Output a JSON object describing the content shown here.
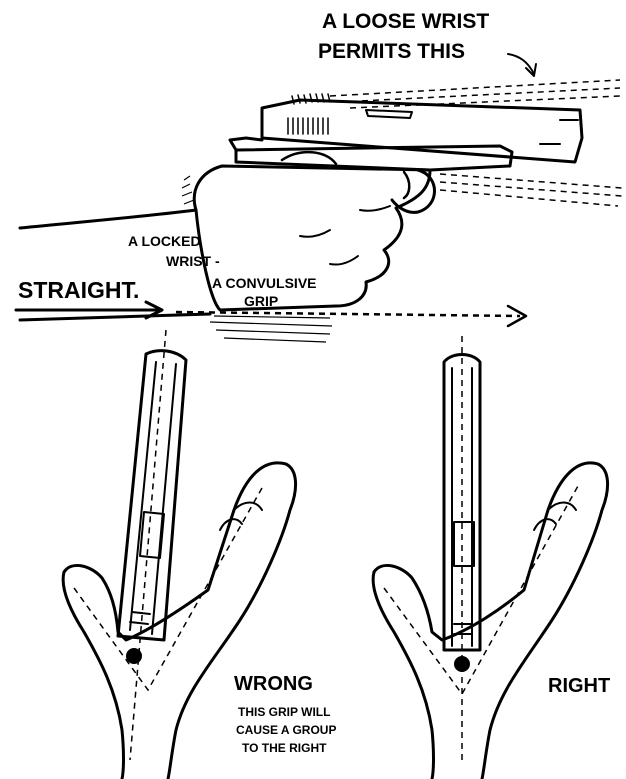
{
  "labels": {
    "loose_wrist_line1": "A LOOSE WRIST",
    "loose_wrist_line2": "PERMITS THIS",
    "locked_wrist_line1": "A LOCKED",
    "locked_wrist_line2": "WRIST -",
    "convulsive_line1": "A CONVULSIVE",
    "convulsive_line2": "GRIP",
    "straight": "STRAIGHT.",
    "wrong": "WRONG",
    "wrong_note_line1": "THIS GRIP WILL",
    "wrong_note_line2": "CAUSE A GROUP",
    "wrong_note_line3": "TO THE RIGHT",
    "right": "RIGHT"
  },
  "colors": {
    "ink": "#000000",
    "paper": "#ffffff"
  }
}
